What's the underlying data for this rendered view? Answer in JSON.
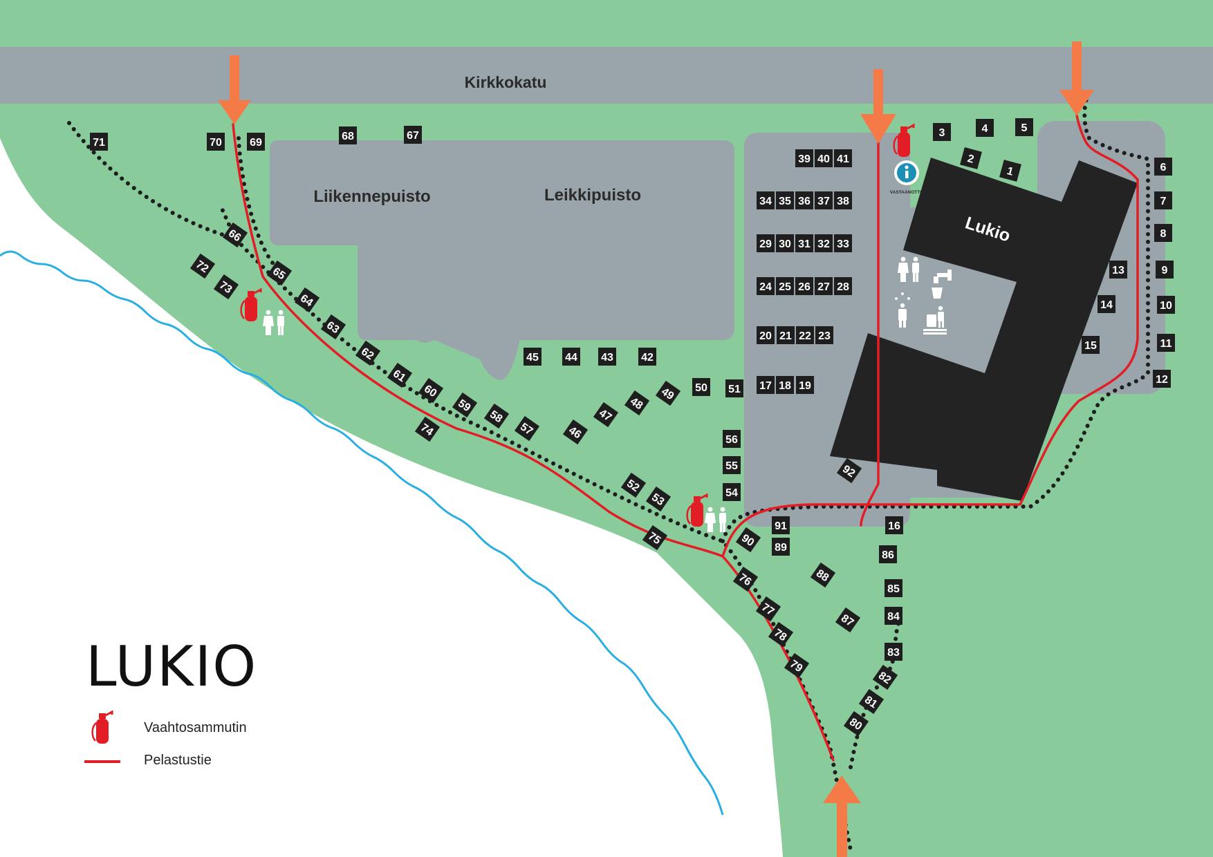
{
  "map": {
    "title": "LUKIO",
    "street": "Kirkkokatu",
    "areas": {
      "traffic_park": "Liikennepuisto",
      "playground": "Leikkipuisto",
      "school": "Lukio"
    },
    "info_label": "VASTAANOTTO",
    "colors": {
      "grass": "#8acb9b",
      "paved": "#9aa5ab",
      "building": "#232323",
      "water": "#29aee3",
      "route": "#e21d25",
      "arrow": "#f47a48",
      "plot": "#1e1e1e",
      "extinguisher": "#e21d25",
      "info": "#1c8fb5"
    },
    "legend": [
      {
        "icon": "fire-extinguisher-icon",
        "label": "Vaahtosammutin"
      },
      {
        "icon": "red-line",
        "label": "Pelastustie"
      }
    ],
    "plots": [
      "1",
      "2",
      "3",
      "4",
      "5",
      "6",
      "7",
      "8",
      "9",
      "10",
      "11",
      "12",
      "13",
      "14",
      "15",
      "16",
      "17",
      "18",
      "19",
      "20",
      "21",
      "22",
      "23",
      "24",
      "25",
      "26",
      "27",
      "28",
      "29",
      "30",
      "31",
      "32",
      "33",
      "34",
      "35",
      "36",
      "37",
      "38",
      "39",
      "40",
      "41",
      "42",
      "43",
      "44",
      "45",
      "46",
      "47",
      "48",
      "49",
      "50",
      "51",
      "52",
      "53",
      "54",
      "55",
      "56",
      "57",
      "58",
      "59",
      "60",
      "61",
      "62",
      "63",
      "64",
      "65",
      "66",
      "67",
      "68",
      "69",
      "70",
      "71",
      "72",
      "73",
      "74",
      "75",
      "76",
      "77",
      "78",
      "79",
      "80",
      "81",
      "82",
      "83",
      "84",
      "85",
      "86",
      "87",
      "88",
      "89",
      "90",
      "91",
      "92"
    ]
  }
}
